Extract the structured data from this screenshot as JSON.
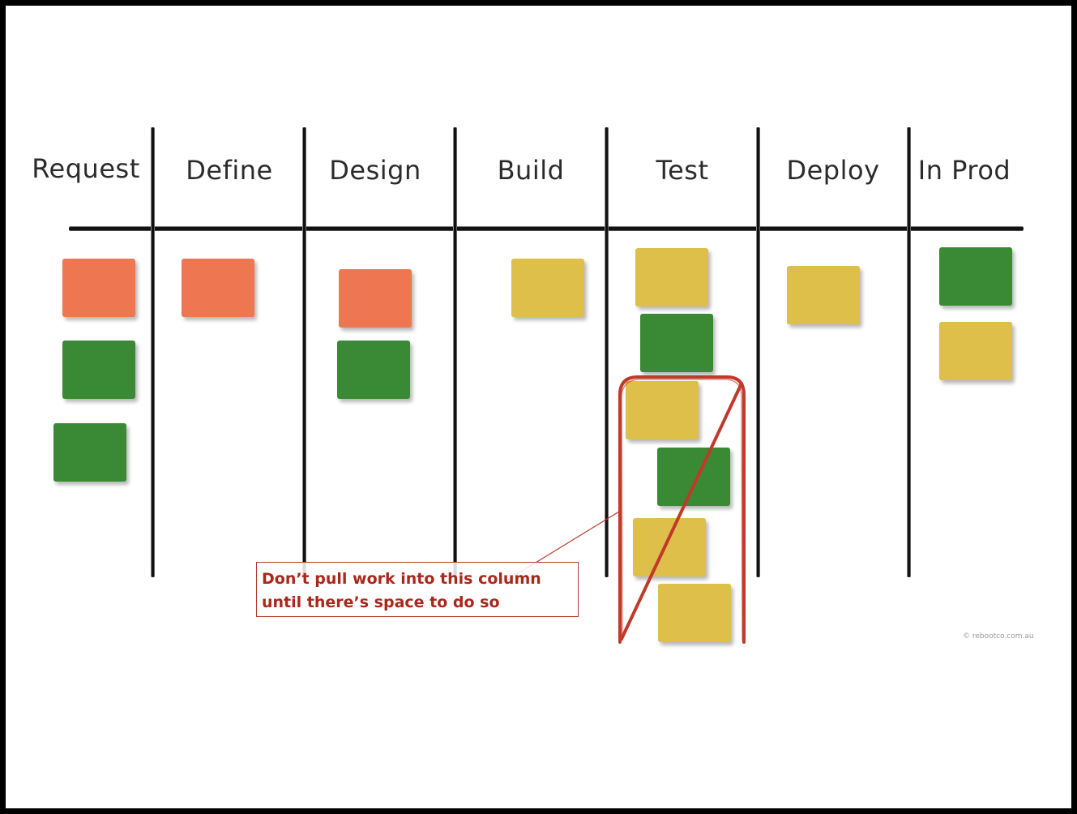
{
  "board": {
    "columns": [
      {
        "title": "Request"
      },
      {
        "title": "Define"
      },
      {
        "title": "Design"
      },
      {
        "title": "Build"
      },
      {
        "title": "Test"
      },
      {
        "title": "Deploy"
      },
      {
        "title": "In Prod"
      }
    ]
  },
  "card_colors": {
    "orange": "#ee7650",
    "green": "#3a8a35",
    "yellow": "#ddbf4a"
  },
  "cards": [
    {
      "column": "Request",
      "color": "orange"
    },
    {
      "column": "Request",
      "color": "green"
    },
    {
      "column": "Request",
      "color": "green"
    },
    {
      "column": "Define",
      "color": "orange"
    },
    {
      "column": "Design",
      "color": "orange"
    },
    {
      "column": "Design",
      "color": "green"
    },
    {
      "column": "Build",
      "color": "yellow"
    },
    {
      "column": "Test",
      "color": "yellow"
    },
    {
      "column": "Test",
      "color": "green"
    },
    {
      "column": "Test",
      "color": "yellow"
    },
    {
      "column": "Test",
      "color": "green"
    },
    {
      "column": "Test",
      "color": "yellow"
    },
    {
      "column": "Test",
      "color": "yellow"
    },
    {
      "column": "Deploy",
      "color": "yellow"
    },
    {
      "column": "In Prod",
      "color": "green"
    },
    {
      "column": "In Prod",
      "color": "yellow"
    }
  ],
  "annotation": {
    "line1": "Don’t pull work into this column",
    "line2": "until there’s space to do so",
    "color": "#a8281c"
  },
  "credit": "© rebootco.com.au",
  "colors": {
    "frame": "#000000",
    "background": "#ffffff",
    "lines": "#111111"
  }
}
